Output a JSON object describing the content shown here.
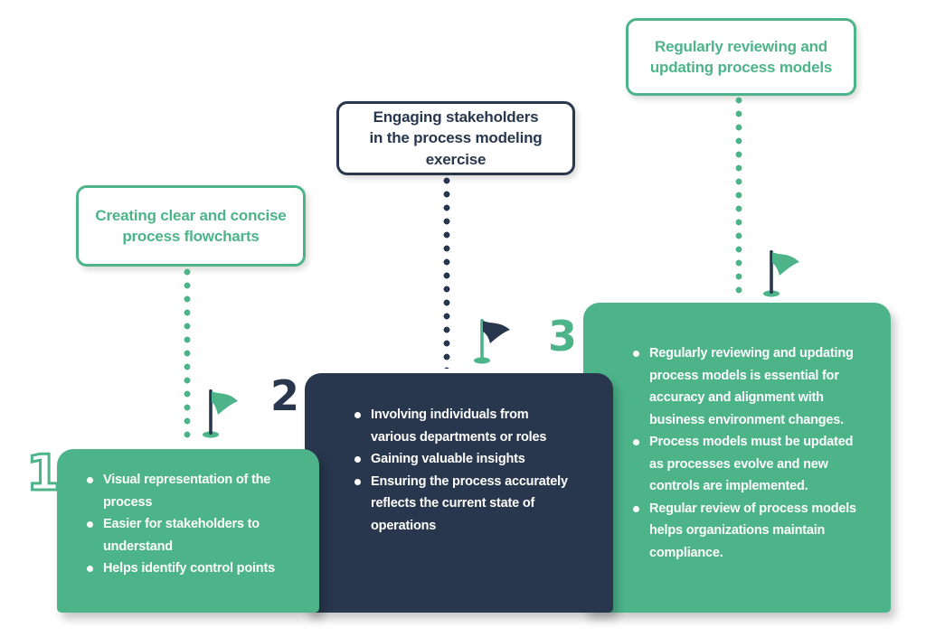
{
  "palette": {
    "green": "#4db48a",
    "navy": "#28374e",
    "text_on_block": "#fdfefc",
    "background": "#ffffff"
  },
  "labels": [
    {
      "lines": [
        "Creating clear and concise",
        "process flowcharts"
      ],
      "color": "green"
    },
    {
      "lines": [
        "Engaging stakeholders",
        "in the process modeling exercise"
      ],
      "color": "navy"
    },
    {
      "lines": [
        "Regularly reviewing and",
        "updating process models"
      ],
      "color": "green"
    }
  ],
  "steps": [
    {
      "number": "1",
      "color": "green",
      "flag": "green-flag-dark-pole",
      "bullets": [
        "Visual representation of the process",
        "Easier for stakeholders to understand",
        "Helps identify control points"
      ]
    },
    {
      "number": "2",
      "color": "navy",
      "flag": "navy-flag-green-pole",
      "bullets": [
        "Involving individuals from various departments or roles",
        "Gaining valuable insights",
        "Ensuring the process accurately reflects the current state of operations"
      ]
    },
    {
      "number": "3",
      "color": "green",
      "flag": "green-flag-dark-pole",
      "bullets": [
        "Regularly reviewing and updating process models is essential for accuracy and alignment with business environment changes.",
        "Process models must be updated as processes evolve and new controls are implemented.",
        "Regular review of process models helps organizations maintain compliance."
      ]
    }
  ]
}
